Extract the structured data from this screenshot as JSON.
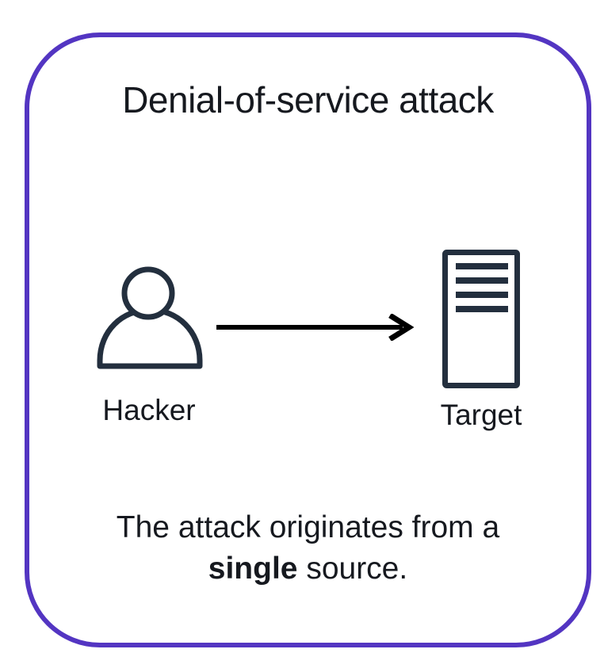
{
  "diagram": {
    "title": "Denial-of-service attack",
    "caption": {
      "line1": "The attack originates from a",
      "bold_word": "single",
      "rest": " source."
    }
  },
  "nodes": {
    "hacker": {
      "label": "Hacker",
      "icon": "person-icon"
    },
    "target": {
      "label": "Target",
      "icon": "server-icon"
    }
  },
  "connector": {
    "type": "arrow",
    "direction": "left-to-right",
    "icon": "arrow-right-icon"
  },
  "colors": {
    "border_purple": "#5335c2",
    "icon_navy": "#232f3e",
    "text_dark": "#16191f",
    "arrow_black": "#000000"
  }
}
